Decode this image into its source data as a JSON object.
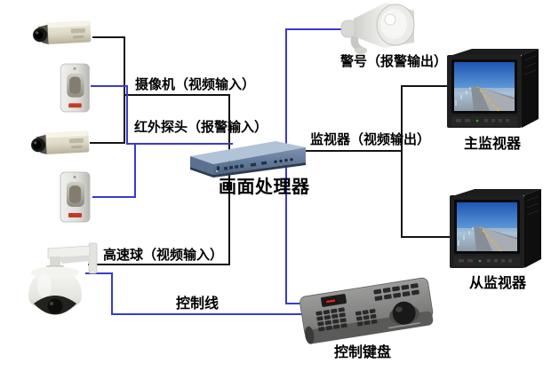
{
  "diagram": {
    "background": "#ffffff",
    "line_colors": {
      "video": "#141414",
      "signal": "#3a3ace"
    },
    "labels": {
      "camera_input": "摄像机（视频输入）",
      "pir_input": "红外探头（报警输入）",
      "horn_output": "警号（报警输出）",
      "monitor_output": "监视器（视频输出）",
      "main_monitor": "主监视器",
      "processor": "画面处理器",
      "dome_input": "高速球（视频输入）",
      "control_line": "控制线",
      "slave_monitor": "从监视器",
      "keyboard": "控制键盘"
    },
    "devices": [
      "box-camera-1",
      "pir-detector-1",
      "box-camera-2",
      "pir-detector-2",
      "speed-dome-camera",
      "video-processor",
      "alarm-horn",
      "main-monitor",
      "slave-monitor",
      "control-keyboard"
    ],
    "connections": [
      {
        "from": "box-camera-1",
        "to": "video-processor",
        "label": "摄像机（视频输入）",
        "line": "video"
      },
      {
        "from": "box-camera-2",
        "to": "video-processor",
        "label": "摄像机（视频输入）",
        "line": "video"
      },
      {
        "from": "pir-detector-1",
        "to": "video-processor",
        "label": "红外探头（报警输入）",
        "line": "signal"
      },
      {
        "from": "pir-detector-2",
        "to": "video-processor",
        "label": "红外探头（报警输入）",
        "line": "signal"
      },
      {
        "from": "video-processor",
        "to": "alarm-horn",
        "label": "警号（报警输出）",
        "line": "signal"
      },
      {
        "from": "video-processor",
        "to": "main-monitor",
        "label": "监视器（视频输出）",
        "line": "video"
      },
      {
        "from": "video-processor",
        "to": "slave-monitor",
        "label": "监视器（视频输出）",
        "line": "video"
      },
      {
        "from": "speed-dome-camera",
        "to": "video-processor",
        "label": "高速球（视频输入）",
        "line": "video"
      },
      {
        "from": "speed-dome-camera",
        "to": "control-keyboard",
        "label": "控制线",
        "line": "signal"
      },
      {
        "from": "video-processor",
        "to": "control-keyboard",
        "label": "控制线",
        "line": "signal"
      }
    ]
  }
}
